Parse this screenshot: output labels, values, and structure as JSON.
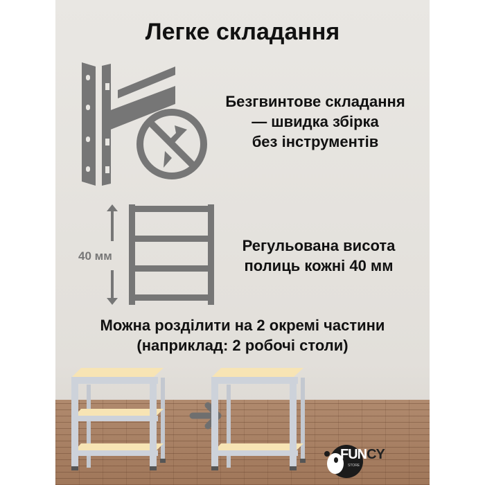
{
  "title": "Легке складання",
  "features": [
    {
      "icon": "no-screw-icon",
      "lines": [
        "Безгвинтове складання",
        "— швидка збірка",
        "без інструментів"
      ]
    },
    {
      "icon": "shelf-height-icon",
      "lines": [
        "Регульована висота",
        "полиць кожні 40 мм"
      ],
      "dimension_label": "40 мм"
    },
    {
      "icon": "split-shelf-icon",
      "lines": [
        "Можна розділити на 2 окремі частини",
        "(наприклад: 2 робочі столи)"
      ]
    }
  ],
  "logo": {
    "text_a": "FUN",
    "text_b": "CY",
    "sub": "STORE"
  },
  "colors": {
    "icon_gray": "#767676",
    "shelf_board": "#f7e4b4",
    "shelf_frame": "#cdd2da"
  }
}
